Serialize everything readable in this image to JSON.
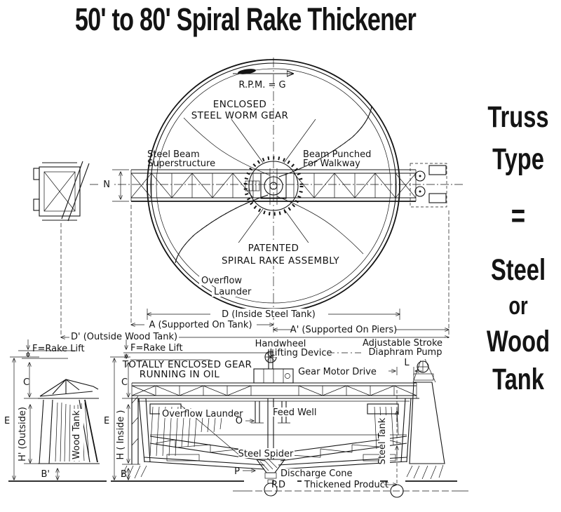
{
  "title": "50' to 80' Spiral Rake Thickener",
  "side_panel": {
    "truss": "Truss",
    "type": "Type",
    "equals": "=",
    "steel": "Steel",
    "or": "or",
    "wood": "Wood",
    "tank": "Tank"
  },
  "plan": {
    "rpm": "R.P.M. = G",
    "enclosed1": "ENCLOSED",
    "enclosed2": "STEEL WORM GEAR",
    "beam1": "Steel Beam",
    "beam2": "Superstructure",
    "punched1": "Beam Punched",
    "punched2": "For Walkway",
    "patented1": "PATENTED",
    "patented2": "SPIRAL RAKE ASSEMBLY",
    "overflow1": "Overflow",
    "overflow2": "Launder",
    "dim_n": "N",
    "dim_d": "D (Inside Steel Tank)",
    "dim_a": "A  (Supported On Tank)",
    "dim_a_prime": "A' (Supported On Piers)",
    "dim_d_prime": "D' (Outside Wood Tank)"
  },
  "wood_section": {
    "rake_lift": "F=Rake Lift",
    "dim_c": "C",
    "dim_e": "E",
    "dim_h": "H' (Outside)",
    "dim_b": "B'",
    "tank_label": "Wood Tank"
  },
  "steel_section": {
    "rake_lift": "F=Rake Lift",
    "gear1": "TOTALLY ENCLOSED GEAR",
    "gear2": "RUNNING IN OIL",
    "handwheel1": "Handwheel",
    "handwheel2": "Lifting Device",
    "pump1": "Adjustable Stroke",
    "pump2": "Diaphram Pump",
    "dim_l": "L",
    "gear_motor": "Gear Motor Drive",
    "overflow": "Overflow Launder",
    "dim_o": "O",
    "feed_well": "Feed Well",
    "spider": "Steel Spider",
    "tank_label": "Steel Tank",
    "dim_p": "P",
    "discharge": "Discharge Cone",
    "pd": "P.D",
    "product": "Thickened Product",
    "dim_c": "C",
    "dim_e": "E",
    "dim_h": "H ( Inside )",
    "dim_b": "B"
  }
}
